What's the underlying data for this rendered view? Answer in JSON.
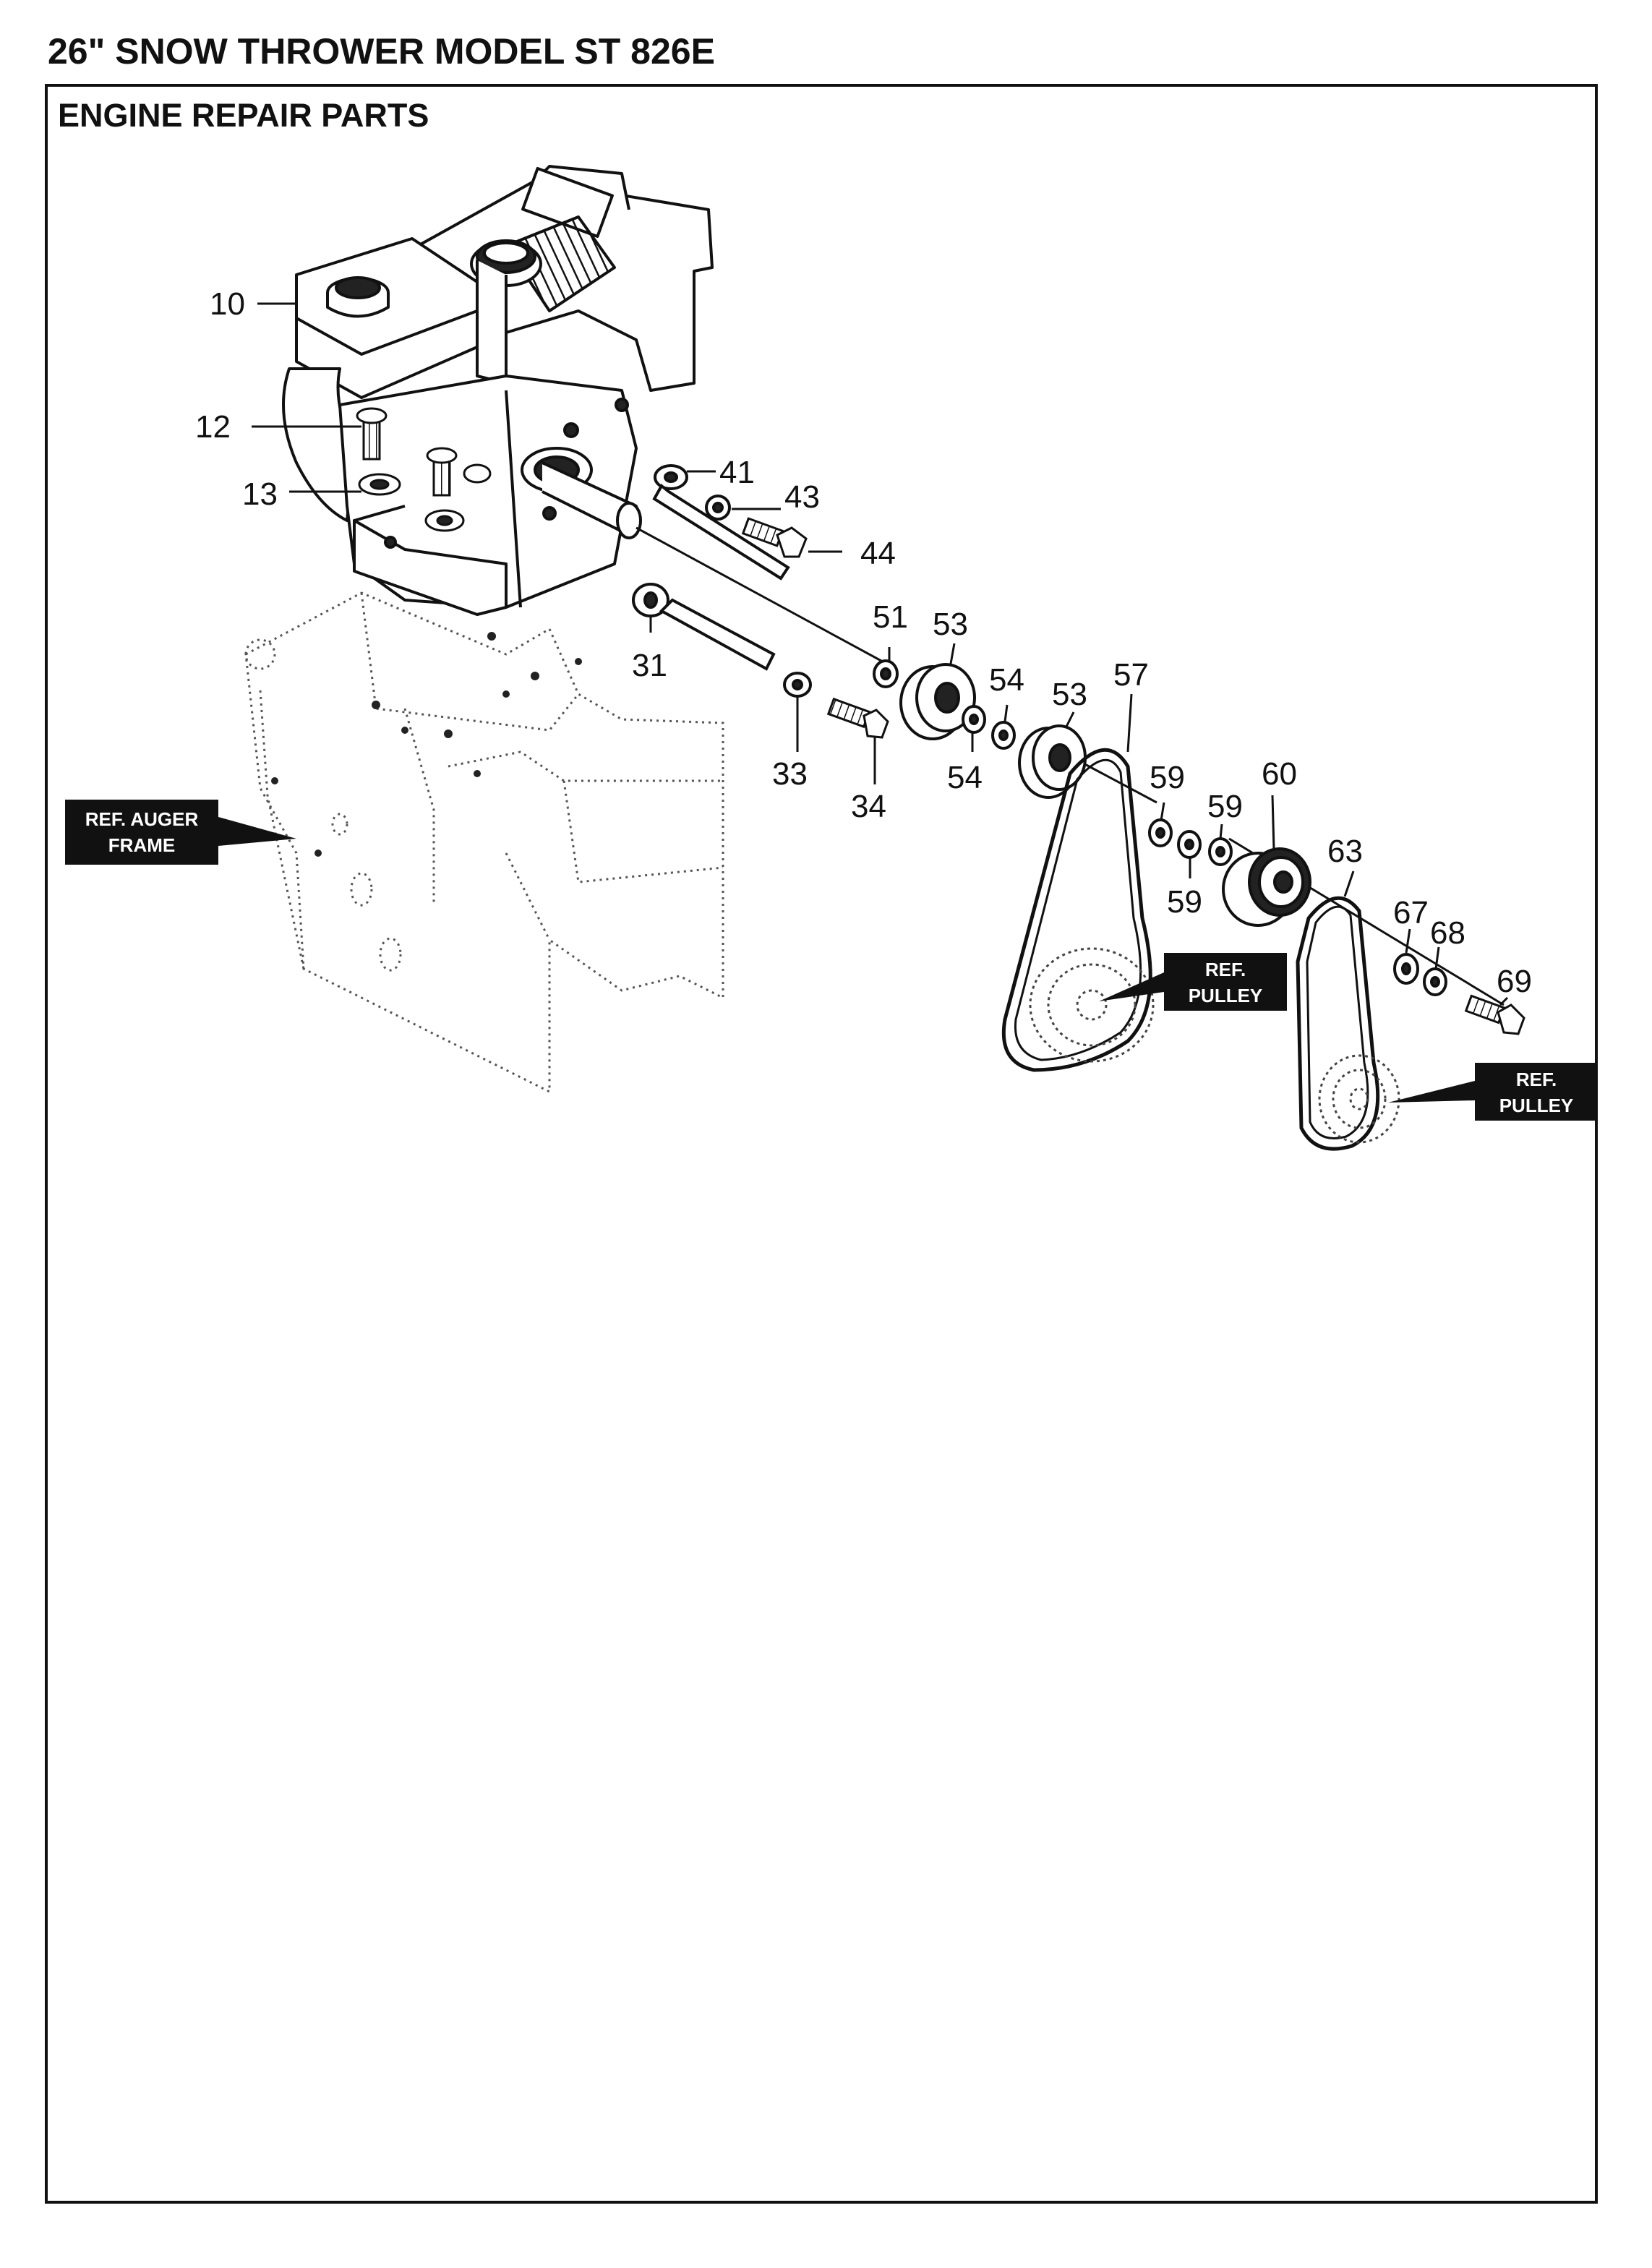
{
  "header": {
    "title": "26\" SNOW THROWER MODEL ST 826E",
    "section": "ENGINE  REPAIR PARTS"
  },
  "callouts": {
    "c10": "10",
    "c12": "12",
    "c13": "13",
    "c41": "41",
    "c43": "43",
    "c44": "44",
    "c31": "31",
    "c33": "33",
    "c34": "34",
    "c51": "51",
    "c53a": "53",
    "c54a": "54",
    "c54b": "54",
    "c53b": "53",
    "c57": "57",
    "c59a": "59",
    "c59b": "59",
    "c59c": "59",
    "c60": "60",
    "c63": "63",
    "c67": "67",
    "c68": "68",
    "c69": "69"
  },
  "ref_labels": {
    "auger_frame_line1": "REF. AUGER",
    "auger_frame_line2": "FRAME",
    "pulley1_line1": "REF.",
    "pulley1_line2": "PULLEY",
    "pulley2_line1": "REF.",
    "pulley2_line2": "PULLEY"
  },
  "colors": {
    "ink": "#111111",
    "paper": "#ffffff",
    "frame_dots": "#555555"
  }
}
